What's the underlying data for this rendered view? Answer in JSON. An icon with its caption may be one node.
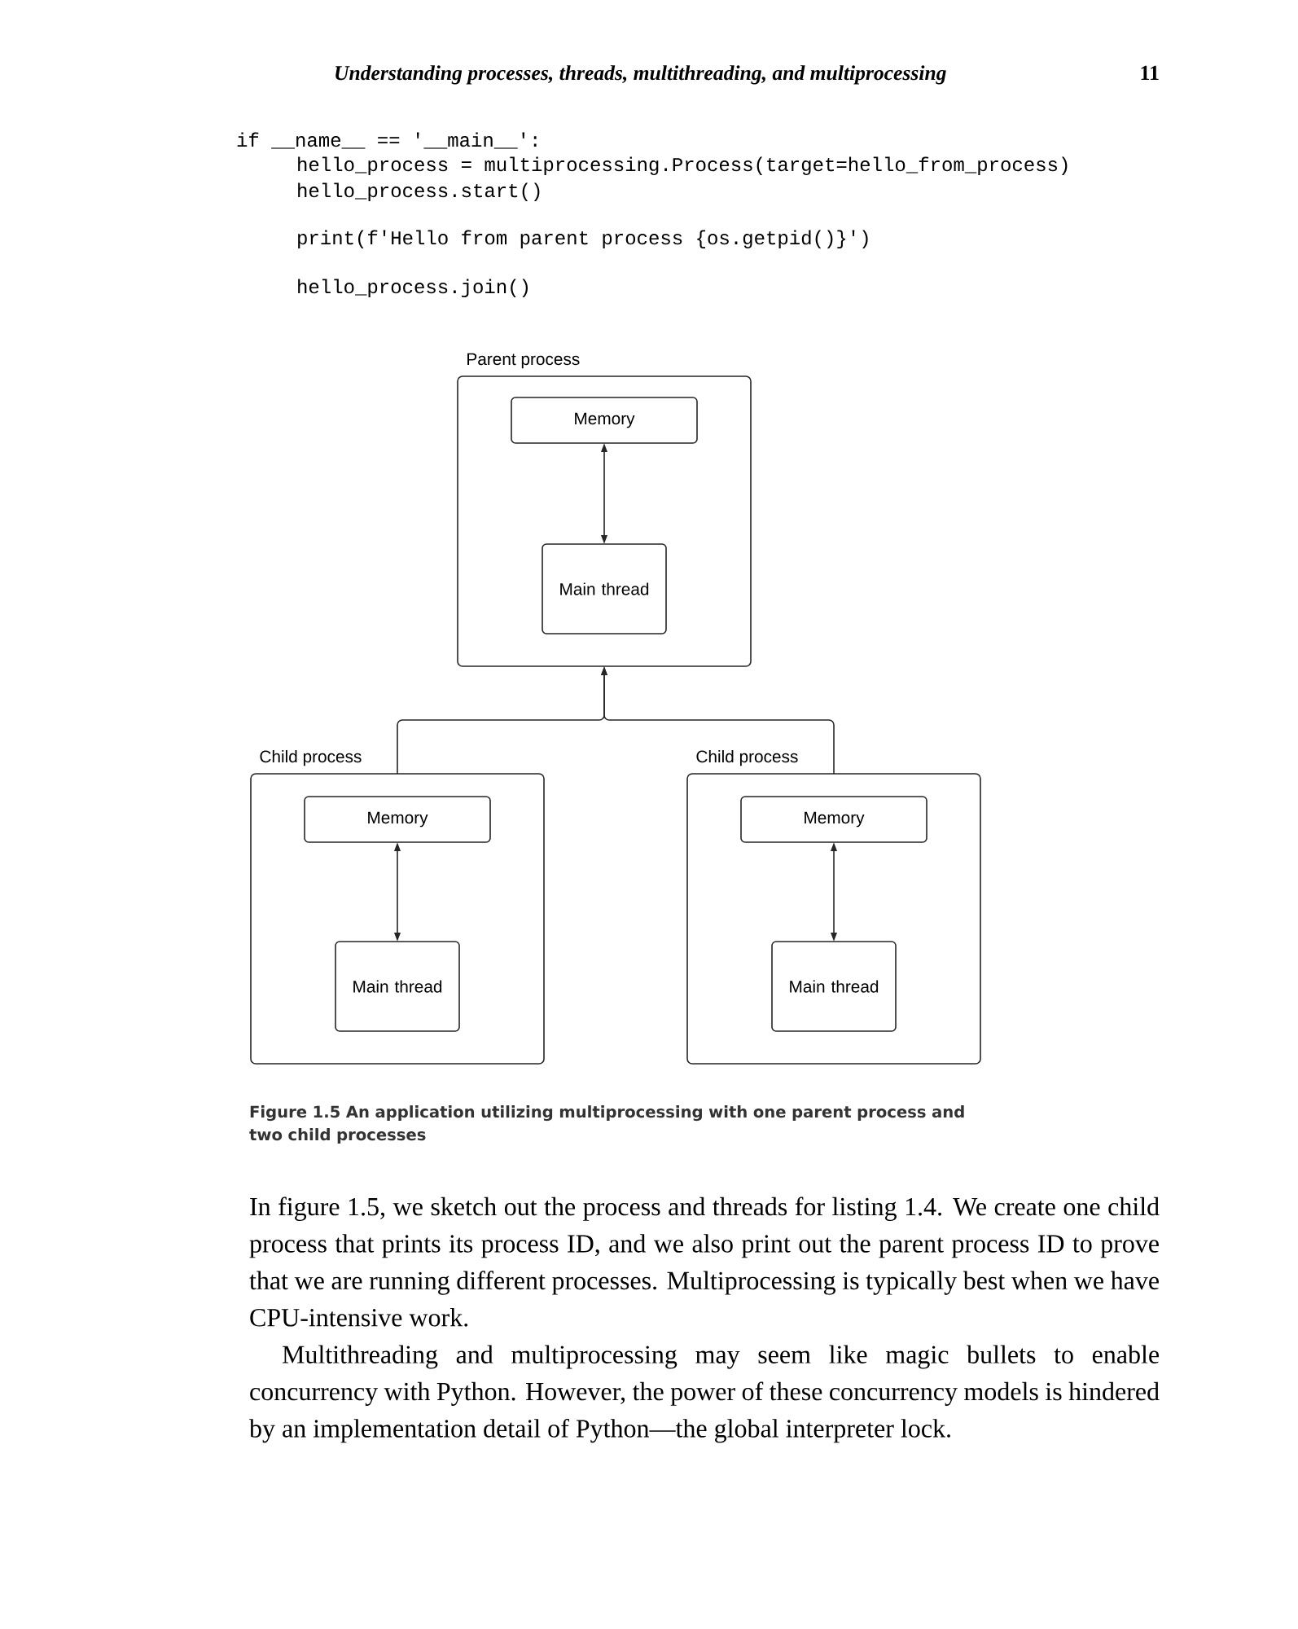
{
  "diagram": {
    "nodes": [
      {
        "text": [
          "Parent process"
        ]
      },
      {
        "text": [
          "Memory"
        ],
        "in": 0
      },
      {
        "text": [
          "Main thread"
        ],
        "in": 0
      },
      {
        "text": [
          "Child process"
        ]
      },
      {
        "text": [
          "Memory"
        ],
        "in": 3
      },
      {
        "text": [
          "Main thread"
        ],
        "in": 3
      },
      {
        "text": [
          "Child process"
        ]
      },
      {
        "text": [
          "Memory"
        ],
        "in": 6
      },
      {
        "text": [
          "Main thread"
        ],
        "in": 6
      }
    ],
    "edges": [
      {
        "from": 1,
        "to": 2,
        "arrow": "both"
      },
      {
        "from": 3,
        "to": 0,
        "arrow": "to"
      },
      {
        "from": 6,
        "to": 0,
        "arrow": "to"
      },
      {
        "from": 4,
        "to": 5,
        "arrow": "both"
      },
      {
        "from": 7,
        "to": 8,
        "arrow": "both"
      }
    ],
    "caption": "Figure 1.5 An application utilizing multiprocessing with one parent process and two child processes",
    "labels": [
      "Understanding processes, threads, multithreading, and multiprocessing",
      "11",
      "if __name__ == '__main__':",
      "hello_process = multiprocessing.Process(target=hello_from_process)",
      "hello_process.start()",
      "print(f'Hello from parent process {os.getpid()}')",
      "hello_process.join()",
      "In figure 1.5, we sketch out the process and threads for listing 1.4. We create one child process that prints its process ID, and we also print out the parent process ID to prove that we are running different processes. Multiprocessing is typically best when we have CPU-intensive work.",
      "Multithreading and multiprocessing may seem like magic bullets to enable concurrency with Python. However, the power of these concurrency models is hindered by an implementation detail of Python—the global interpreter lock."
    ]
  }
}
